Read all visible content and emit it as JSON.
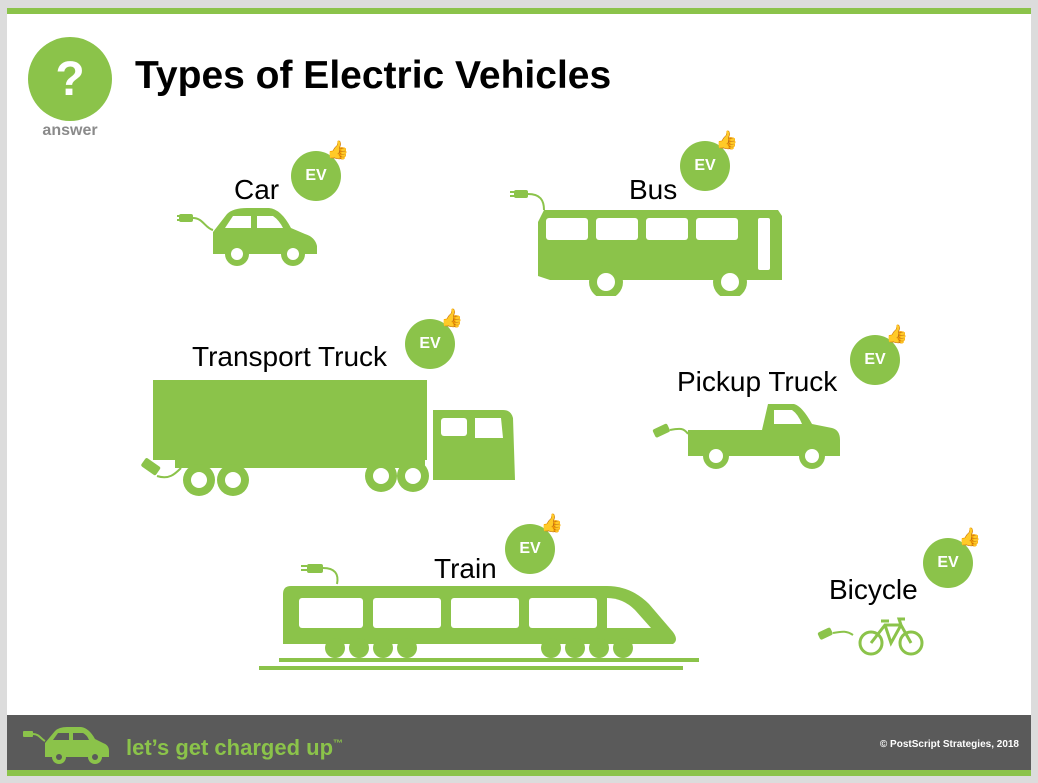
{
  "colors": {
    "accent": "#8bc34a",
    "footer": "#5a5a5a",
    "thumb": "#f2b43a"
  },
  "header": {
    "badge_icon": "question-mark-icon",
    "badge_glyph": "?",
    "badge_caption": "answer",
    "title": "Types of Electric Vehicles"
  },
  "vehicles": [
    {
      "label": "Car",
      "badge": "EV",
      "icon": "car-icon"
    },
    {
      "label": "Bus",
      "badge": "EV",
      "icon": "bus-icon"
    },
    {
      "label": "Transport Truck",
      "badge": "EV",
      "icon": "transport-truck-icon"
    },
    {
      "label": "Pickup Truck",
      "badge": "EV",
      "icon": "pickup-truck-icon"
    },
    {
      "label": "Train",
      "badge": "EV",
      "icon": "train-icon"
    },
    {
      "label": "Bicycle",
      "badge": "EV",
      "icon": "bicycle-icon"
    }
  ],
  "footer": {
    "slogan": "let’s get charged up",
    "trademark": "™",
    "copyright": "© PostScript Strategies, 2018"
  }
}
